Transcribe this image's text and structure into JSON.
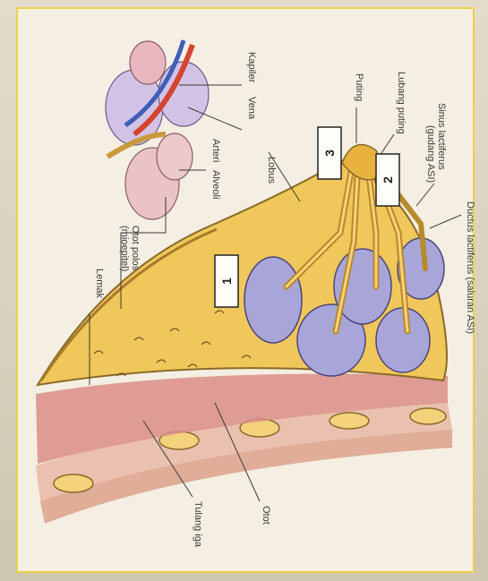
{
  "labels": {
    "kapiler": "Kapiler",
    "vena": "Vena",
    "arteri": "Arteri",
    "alveoli": "Alveoli",
    "otot_polos": "Otot polos",
    "otot_polos_sub": "(mioepitel)",
    "lemak": "Lemak",
    "lobus": "Lobus",
    "puting": "Puting",
    "lubang_puting": "Lubang puting",
    "sinus_lactiferus": "Sinus lactiferus",
    "sinus_lactiferus_sub": "(gudang ASI)",
    "ductus_lactiferus": "Ductus lactiferus (saluran ASI)",
    "tulang_iga": "Tulang iga",
    "otot": "Otot"
  },
  "markers": [
    "1",
    "2",
    "3"
  ]
}
